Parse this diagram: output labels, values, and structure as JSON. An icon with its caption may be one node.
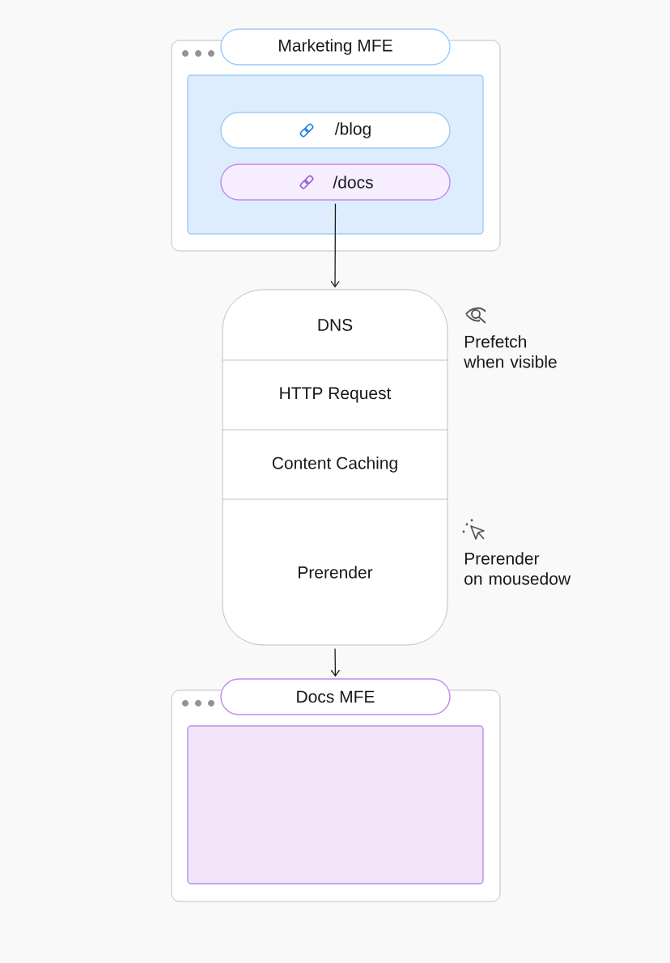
{
  "diagram": {
    "nodes": [
      {
        "text": [],
        "shape": "box"
      },
      {
        "text": [
          "Marketing MFE"
        ]
      },
      {
        "text": [],
        "shape": "box",
        "in": 0
      },
      {
        "text": [
          "/blog"
        ],
        "in": 2
      },
      {
        "text": [
          "/docs"
        ],
        "in": 2
      },
      {
        "text": [],
        "shape": "box"
      },
      {
        "text": [
          "DNS"
        ],
        "in": 5
      },
      {
        "text": [
          "HTTP Request"
        ],
        "in": 5
      },
      {
        "text": [
          "Content Caching"
        ],
        "in": 5
      },
      {
        "text": [
          "Prerender"
        ],
        "in": 5
      },
      {
        "text": [],
        "shape": "box"
      },
      {
        "text": [
          "Docs MFE"
        ]
      },
      {
        "text": [],
        "shape": "box",
        "in": 10
      }
    ],
    "edges": [
      {
        "from": 4,
        "to": 5,
        "arrow": "to"
      },
      {
        "from": 5,
        "to": 11,
        "arrow": "to"
      }
    ],
    "labels": [
      "Prefetch when visible",
      "Prerender on mousedow"
    ]
  }
}
